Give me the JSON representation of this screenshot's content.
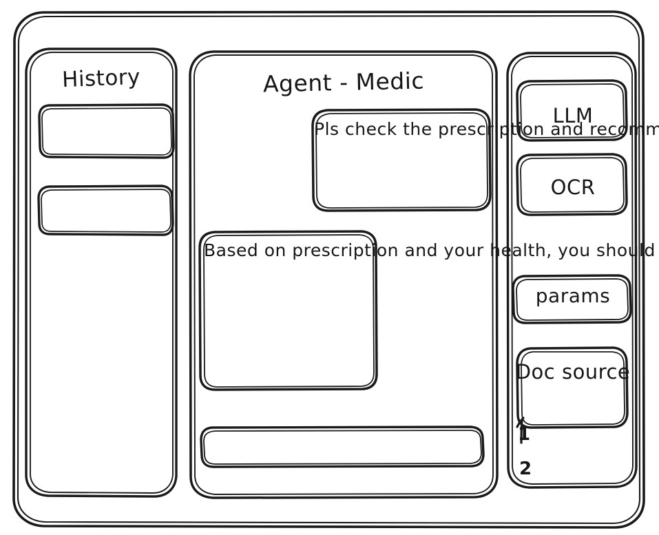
{
  "window": {
    "style": "hand-drawn-wireframe",
    "stroke_color": "#1a1a1a",
    "background_color": "#ffffff"
  },
  "sidebar_left": {
    "title": "History",
    "items": [
      {
        "label": ""
      },
      {
        "label": ""
      }
    ]
  },
  "main": {
    "title": "Agent - Medic",
    "messages": [
      {
        "role": "user",
        "align": "right",
        "text": "Pls check the prescription and recommend"
      },
      {
        "role": "assistant",
        "align": "left",
        "text": "Based on prescription and your health, you should ..."
      }
    ],
    "composer": {
      "value": "",
      "placeholder": ""
    }
  },
  "sidebar_right": {
    "chips": [
      {
        "label": "LLM"
      },
      {
        "label": "OCR"
      },
      {
        "label": "params"
      },
      {
        "label": "Doc source"
      }
    ],
    "doc_source_items": [
      {
        "number": "1"
      },
      {
        "number": "2"
      }
    ]
  }
}
